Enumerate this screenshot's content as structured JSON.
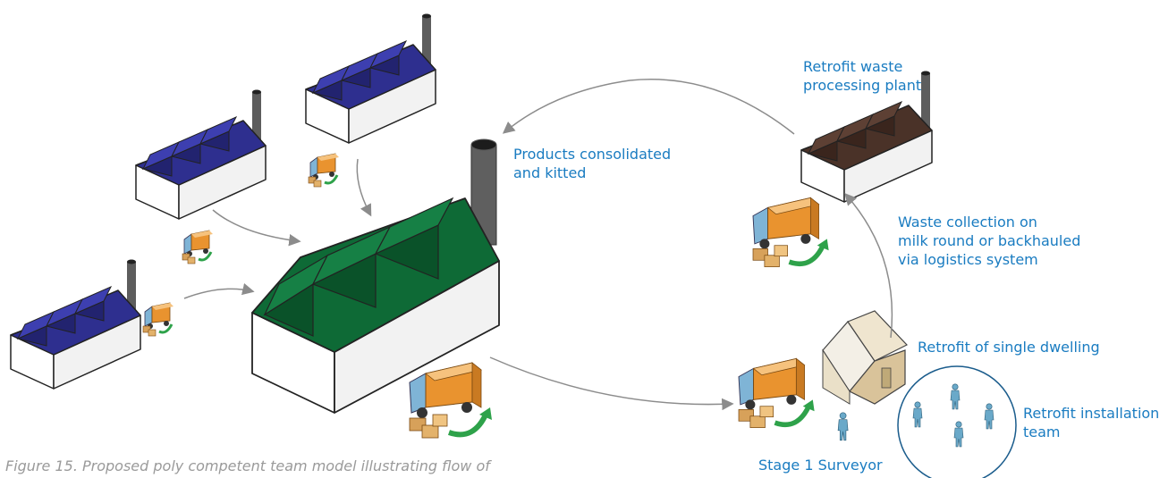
{
  "labels": {
    "products_consolidated": [
      "Products consolidated",
      "and kitted"
    ],
    "retrofit_waste_plant": [
      "Retrofit waste",
      "processing plant"
    ],
    "waste_collection": [
      "Waste collection on",
      "milk round or backhauled",
      "via logistics system"
    ],
    "retrofit_single_dwelling": "Retrofit of single dwelling",
    "retrofit_installation_team": [
      "Retrofit installation",
      "team"
    ],
    "stage1_surveyor": "Stage 1 Surveyor"
  },
  "caption": "Figure 15. Proposed poly competent team model illustrating flow of",
  "colors": {
    "label_text": "#1a7cc1",
    "caption_text": "#9a9a9a",
    "supplier_roof": "#2e2f8f",
    "hub_roof": "#0e6a36",
    "waste_roof": "#4a3228",
    "arrow": "#8c8c8c",
    "truck_box": "#e9932f",
    "green_arrow": "#2ea24a",
    "worker": "#6aa9c9"
  },
  "icons": [
    "factory-icon",
    "truck-icon",
    "parcels-icon",
    "house-icon",
    "worker-icon",
    "flow-arrow-icon"
  ]
}
